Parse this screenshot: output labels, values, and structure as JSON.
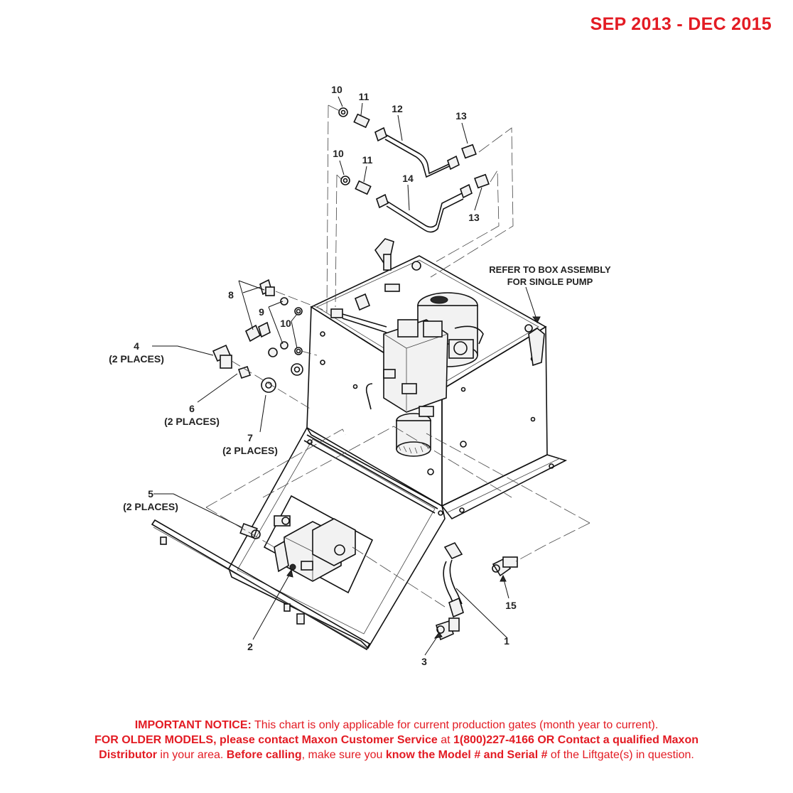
{
  "header": {
    "date_range": "SEP 2013 - DEC 2015"
  },
  "callouts": {
    "c1": "1",
    "c2": "2",
    "c3": "3",
    "c4": "4",
    "c4_places": "(2 PLACES)",
    "c5": "5",
    "c5_places": "(2 PLACES)",
    "c6": "6",
    "c6_places": "(2 PLACES)",
    "c7": "7",
    "c7_places": "(2 PLACES)",
    "c8": "8",
    "c9": "9",
    "c10a": "10",
    "c10b": "10",
    "c10c": "10",
    "c11a": "11",
    "c11b": "11",
    "c12": "12",
    "c13a": "13",
    "c13b": "13",
    "c14": "14",
    "c15": "15"
  },
  "box_note": {
    "line1": "REFER TO BOX ASSEMBLY",
    "line2": "FOR SINGLE PUMP"
  },
  "notice": {
    "l1_bold": "IMPORTANT NOTICE:",
    "l1_text": " This chart is only applicable for current production gates (month year to current).",
    "l2_bold1": "FOR OLDER MODELS, please contact Maxon Customer Service",
    "l2_text1": " at ",
    "l2_bold2": "1(800)227-4166 OR Contact a qualified Maxon",
    "l3_bold1": "Distributor",
    "l3_text1": " in your area. ",
    "l3_bold2": "Before calling",
    "l3_text2": ", make sure you ",
    "l3_bold3": "know the Model # and Serial #",
    "l3_text3": " of the Liftgate(s) in question."
  },
  "colors": {
    "accent_red": "#e31b23"
  }
}
